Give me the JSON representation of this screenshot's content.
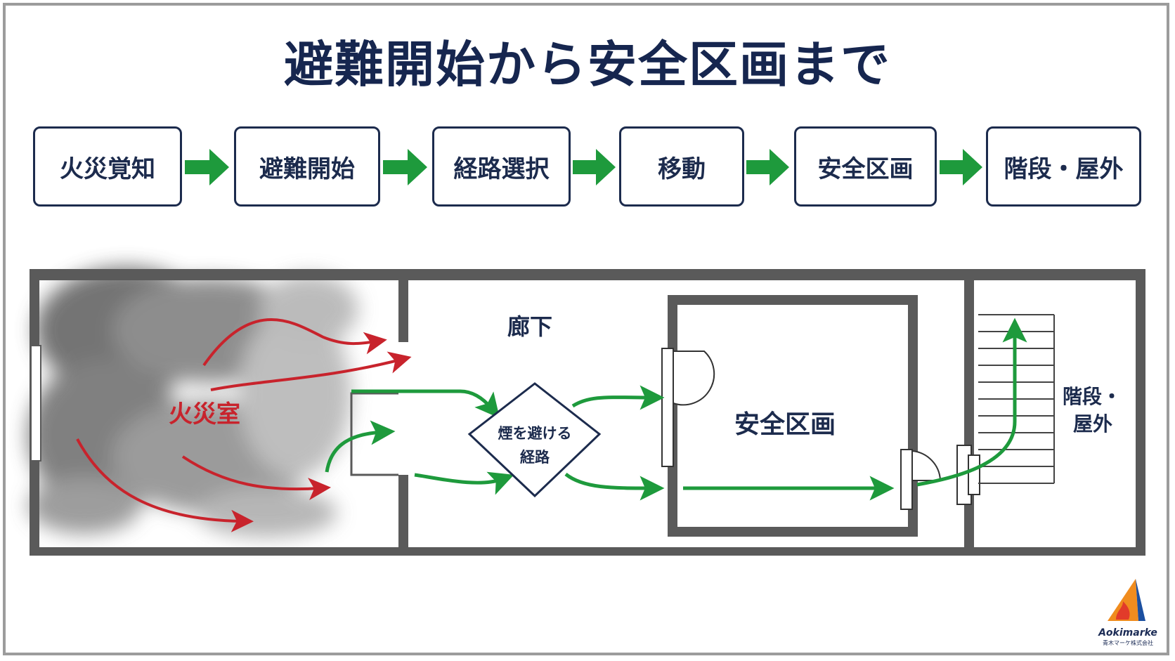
{
  "title": "避難開始から安全区画まで",
  "steps": [
    {
      "label": "火災覚知"
    },
    {
      "label": "避難開始"
    },
    {
      "label": "経路選択"
    },
    {
      "label": "移動"
    },
    {
      "label": "安全区画"
    },
    {
      "label": "階段・屋外"
    }
  ],
  "floor_plan": {
    "fire_room": "火災室",
    "corridor": "廊下",
    "decision_line1": "煙を避ける",
    "decision_line2": "経路",
    "safe_zone": "安全区画",
    "stairs_line1": "階段・",
    "stairs_line2": "屋外"
  },
  "logo": {
    "name": "Aokimarke",
    "sub": "青木マーケ株式会社"
  },
  "colors": {
    "navy": "#1c2b4d",
    "green": "#1e9a3c",
    "red": "#c8232c",
    "wall": "#5a5a5a"
  }
}
